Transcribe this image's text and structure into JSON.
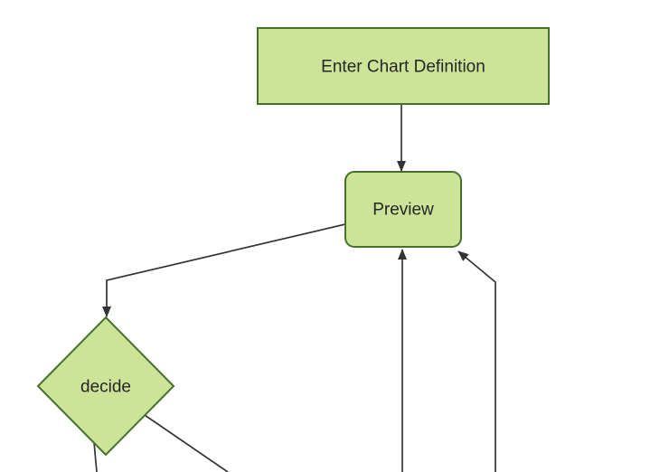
{
  "diagram": {
    "type": "flowchart",
    "direction": "top-down",
    "style": {
      "background": "#ffffff",
      "node_fill": "#cde498",
      "node_border": "#45702b",
      "edge_color": "#333333",
      "label_color": "#262626"
    },
    "nodes": [
      {
        "id": "enter-chart-definition",
        "label": "Enter Chart Definition",
        "shape": "rectangle"
      },
      {
        "id": "preview",
        "label": "Preview",
        "shape": "rounded-rectangle"
      },
      {
        "id": "decide",
        "label": "decide",
        "shape": "diamond"
      }
    ],
    "edges": [
      {
        "from": "enter-chart-definition",
        "to": "preview",
        "arrowhead_visible": true
      },
      {
        "from": "preview",
        "to": "decide",
        "arrowhead_visible": true
      },
      {
        "from": "offscreen-bottom",
        "to": "preview",
        "arrowhead_visible": true
      },
      {
        "from": "offscreen-bottom-right",
        "to": "preview",
        "arrowhead_visible": true
      },
      {
        "from": "decide",
        "to": "offscreen-bottom-left",
        "arrowhead_visible": false
      },
      {
        "from": "decide",
        "to": "offscreen-bottom-right",
        "arrowhead_visible": false
      }
    ]
  }
}
